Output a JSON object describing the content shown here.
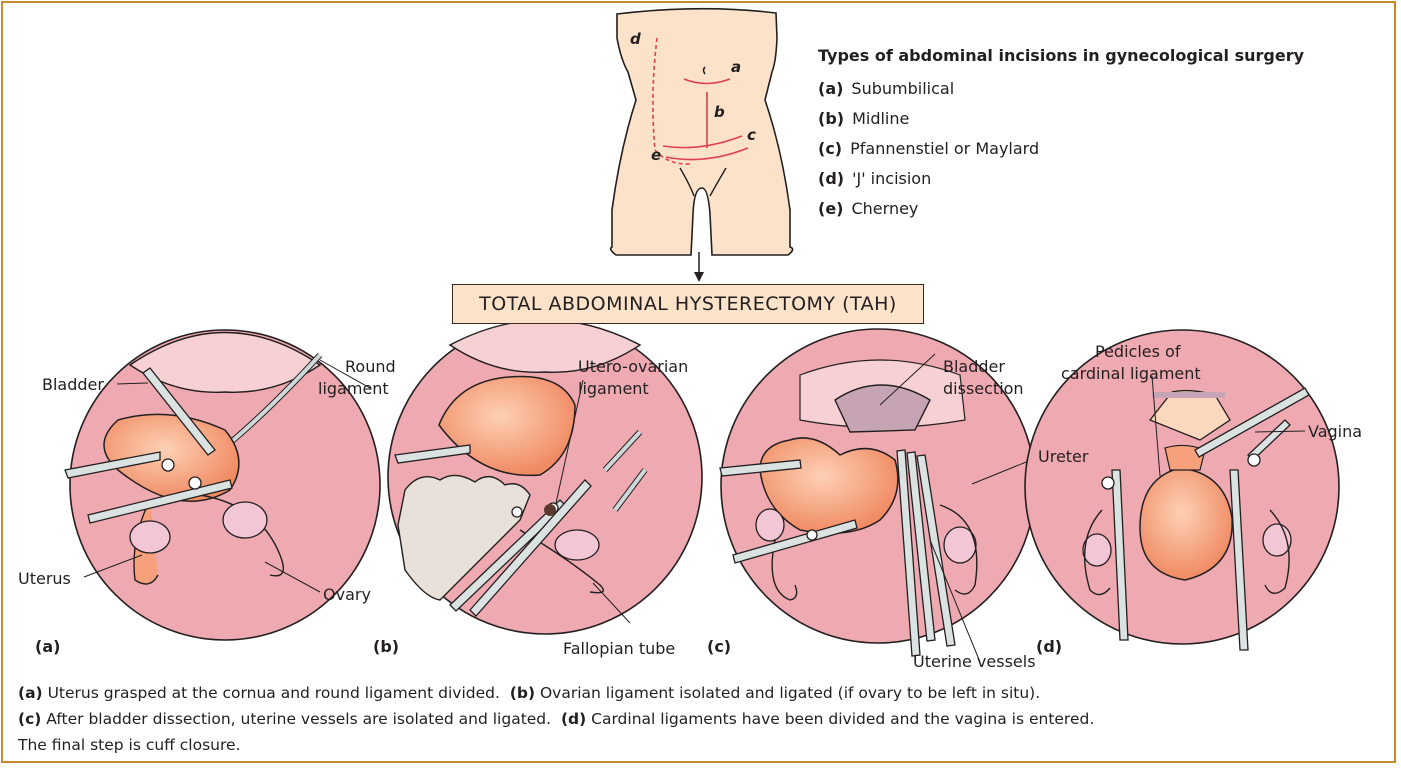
{
  "legend": {
    "title": "Types of abdominal incisions in gynecological surgery",
    "items": [
      {
        "letter": "(a)",
        "text": "Subumbilical"
      },
      {
        "letter": "(b)",
        "text": "Midline"
      },
      {
        "letter": "(c)",
        "text": "Pfannenstiel or Maylard"
      },
      {
        "letter": "(d)",
        "text": "'J' incision"
      },
      {
        "letter": "(e)",
        "text": "Cherney"
      }
    ]
  },
  "torso_letters": {
    "a": "a",
    "b": "b",
    "c": "c",
    "d": "d",
    "e": "e"
  },
  "procedure_title": "TOTAL ABDOMINAL HYSTERECTOMY (TAH)",
  "panels": [
    {
      "label": "(a)",
      "callouts": {
        "bladder": "Bladder",
        "round_ligament_1": "Round",
        "round_ligament_2": "ligament",
        "uterus": "Uterus",
        "ovary": "Ovary"
      }
    },
    {
      "label": "(b)",
      "callouts": {
        "utero_ovarian_1": "Utero-ovarian",
        "utero_ovarian_2": "ligament",
        "fallopian_tube": "Fallopian tube"
      }
    },
    {
      "label": "(c)",
      "callouts": {
        "bladder_dissection_1": "Bladder",
        "bladder_dissection_2": "dissection",
        "ureter": "Ureter",
        "uterine_vessels": "Uterine vessels"
      }
    },
    {
      "label": "(d)",
      "callouts": {
        "pedicles_1": "Pedicles of",
        "pedicles_2": "cardinal ligament",
        "vagina": "Vagina"
      }
    }
  ],
  "caption": {
    "a_label": "(a)",
    "a_text": "Uterus grasped at the cornua and round ligament divided.",
    "b_label": "(b)",
    "b_text": "Ovarian ligament isolated and ligated (if ovary to be left in situ).",
    "c_label": "(c)",
    "c_text": "After bladder dissection, uterine vessels are isolated and ligated.",
    "d_label": "(d)",
    "d_text": "Cardinal ligaments have been divided and the vagina is entered.",
    "line3": "The final step is cuff closure."
  },
  "colors": {
    "frame": "#c9892c",
    "skin": "#fbe2c8",
    "field": "#eeaab0",
    "uterus": "#f6a07c",
    "incision": "#e0404d"
  }
}
